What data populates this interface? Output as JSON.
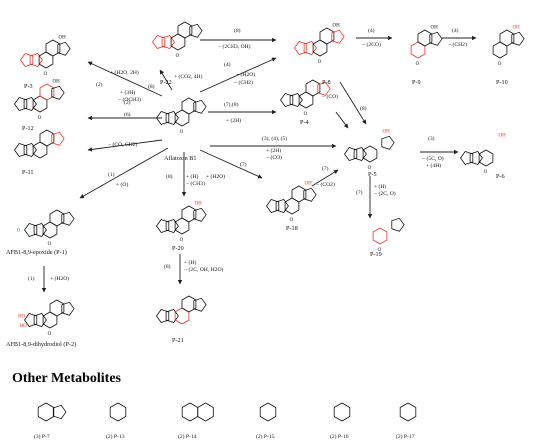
{
  "compounds": {
    "afb1": "Aflatoxin B1",
    "p1": "AFB1-8,9-epoxide (P-1)",
    "p2": "AFB1-8,9-dihydrodiol (P-2)",
    "p3": "P-3",
    "p4": "P-4",
    "p5": "P-5",
    "p6": "P-6",
    "p8": "P-8",
    "p9": "P-9",
    "p10": "P-10",
    "p11": "P-11",
    "p12": "P-12",
    "p18": "P-18",
    "p19": "P-19",
    "p20": "P-20",
    "p21": "P-21",
    "p22": "P-22"
  },
  "pathways": {
    "to_p3": [
      "(2)",
      "+ (H2O, 2H)"
    ],
    "to_p22": [
      "(8)",
      "+ (CO2, 4H)"
    ],
    "to_p12": [
      "(2)",
      "+ (3H)",
      "− (OCH3)"
    ],
    "to_p11": [
      "(6)",
      "− (CO, CH2)"
    ],
    "to_p1": [
      "(1)",
      "+ (O)"
    ],
    "to_p20": [
      "(8)",
      "+ (H)",
      "− (CH3)"
    ],
    "to_p18": [
      "(7)",
      "+ (H2O)"
    ],
    "to_p8": [
      "(4)",
      "+ (H2O)",
      "− (CH2)"
    ],
    "to_p4": [
      "(7),(8)",
      "+ (2H)"
    ],
    "p4_to_p5": [
      "− (CO)"
    ],
    "p8_to_p5": [
      "(8)"
    ],
    "p22_to_p8": [
      "(8)",
      "− (2CH3, OH)"
    ],
    "p8_to_p9": [
      "(4)",
      "− (2CO)"
    ],
    "p9_to_p10": [
      "(4)",
      "− (CH2)"
    ],
    "afb1_to_p5": [
      "(3), (4), (5)",
      "+ (2H)",
      "− (CO)"
    ],
    "p5_to_p6": [
      "(3)",
      "− (5C, O)",
      "+ (4H)"
    ],
    "p18_to_p5": [
      "(7)",
      "− (CO2)"
    ],
    "p5_to_p19": [
      "(7)",
      "+ (H)",
      "− (2C, O)"
    ],
    "p1_to_p2": [
      "(1)",
      "+ (H2O)"
    ],
    "p20_to_p21": [
      "(8)",
      "+ (H)",
      "− (2C, OH, H2O)"
    ]
  },
  "other": {
    "title": "Other Metabolites",
    "items": [
      "(3) P-7",
      "(2) P-13",
      "(2) P-14",
      "(2) P-15",
      "(2) P-16",
      "(2) P-17"
    ]
  },
  "colors": {
    "ink": "#111111",
    "highlight": "#e8352a",
    "arrow": "#222222"
  }
}
